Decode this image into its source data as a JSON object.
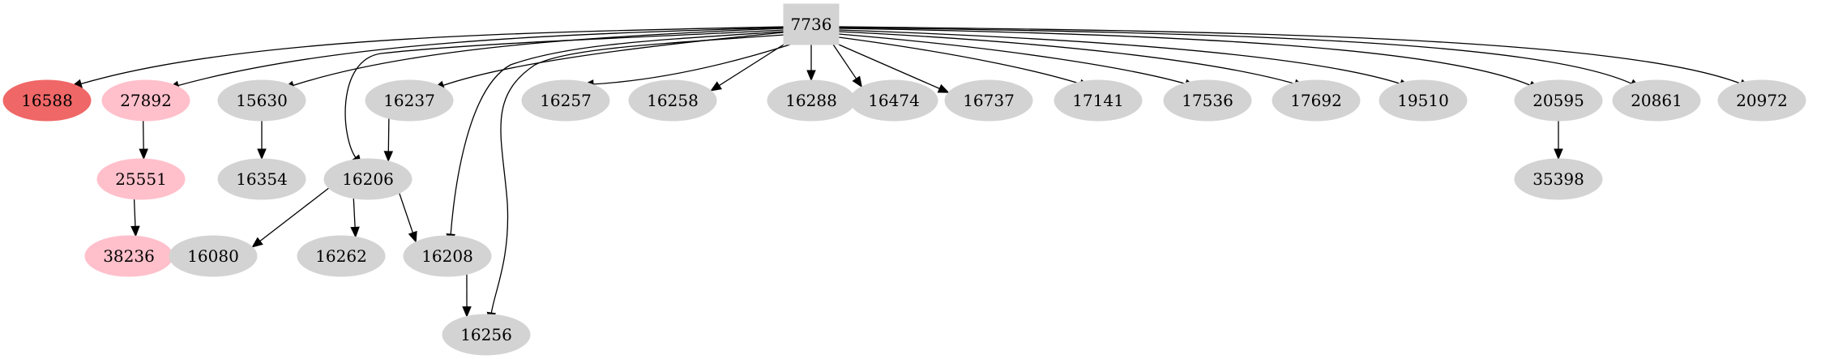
{
  "colors": {
    "default_node": "#d3d3d3",
    "highlight_strong": "#f06767",
    "highlight_light": "#ffc0cb",
    "edge": "#000000"
  },
  "nodes": [
    {
      "id": "7736",
      "label": "7736",
      "shape": "box",
      "fill": "#d3d3d3"
    },
    {
      "id": "16588",
      "label": "16588",
      "shape": "ellipse",
      "fill": "#f06767"
    },
    {
      "id": "27892",
      "label": "27892",
      "shape": "ellipse",
      "fill": "#ffc0cb"
    },
    {
      "id": "15630",
      "label": "15630",
      "shape": "ellipse",
      "fill": "#d3d3d3"
    },
    {
      "id": "16237",
      "label": "16237",
      "shape": "ellipse",
      "fill": "#d3d3d3"
    },
    {
      "id": "16257",
      "label": "16257",
      "shape": "ellipse",
      "fill": "#d3d3d3"
    },
    {
      "id": "16258",
      "label": "16258",
      "shape": "ellipse",
      "fill": "#d3d3d3"
    },
    {
      "id": "16288",
      "label": "16288",
      "shape": "ellipse",
      "fill": "#d3d3d3"
    },
    {
      "id": "16474",
      "label": "16474",
      "shape": "ellipse",
      "fill": "#d3d3d3"
    },
    {
      "id": "16737",
      "label": "16737",
      "shape": "ellipse",
      "fill": "#d3d3d3"
    },
    {
      "id": "17141",
      "label": "17141",
      "shape": "ellipse",
      "fill": "#d3d3d3"
    },
    {
      "id": "17536",
      "label": "17536",
      "shape": "ellipse",
      "fill": "#d3d3d3"
    },
    {
      "id": "17692",
      "label": "17692",
      "shape": "ellipse",
      "fill": "#d3d3d3"
    },
    {
      "id": "19510",
      "label": "19510",
      "shape": "ellipse",
      "fill": "#d3d3d3"
    },
    {
      "id": "20595",
      "label": "20595",
      "shape": "ellipse",
      "fill": "#d3d3d3"
    },
    {
      "id": "20861",
      "label": "20861",
      "shape": "ellipse",
      "fill": "#d3d3d3"
    },
    {
      "id": "20972",
      "label": "20972",
      "shape": "ellipse",
      "fill": "#d3d3d3"
    },
    {
      "id": "25551",
      "label": "25551",
      "shape": "ellipse",
      "fill": "#ffc0cb"
    },
    {
      "id": "16354",
      "label": "16354",
      "shape": "ellipse",
      "fill": "#d3d3d3"
    },
    {
      "id": "16206",
      "label": "16206",
      "shape": "ellipse",
      "fill": "#d3d3d3"
    },
    {
      "id": "35398",
      "label": "35398",
      "shape": "ellipse",
      "fill": "#d3d3d3"
    },
    {
      "id": "38236",
      "label": "38236",
      "shape": "ellipse",
      "fill": "#ffc0cb"
    },
    {
      "id": "16080",
      "label": "16080",
      "shape": "ellipse",
      "fill": "#d3d3d3"
    },
    {
      "id": "16262",
      "label": "16262",
      "shape": "ellipse",
      "fill": "#d3d3d3"
    },
    {
      "id": "16208",
      "label": "16208",
      "shape": "ellipse",
      "fill": "#d3d3d3"
    },
    {
      "id": "16256",
      "label": "16256",
      "shape": "ellipse",
      "fill": "#d3d3d3"
    }
  ],
  "edges": [
    {
      "from": "7736",
      "to": "16588"
    },
    {
      "from": "7736",
      "to": "27892"
    },
    {
      "from": "7736",
      "to": "15630"
    },
    {
      "from": "7736",
      "to": "16206"
    },
    {
      "from": "7736",
      "to": "16237"
    },
    {
      "from": "7736",
      "to": "16208"
    },
    {
      "from": "7736",
      "to": "16256"
    },
    {
      "from": "7736",
      "to": "16257"
    },
    {
      "from": "7736",
      "to": "16258"
    },
    {
      "from": "7736",
      "to": "16288"
    },
    {
      "from": "7736",
      "to": "16474"
    },
    {
      "from": "7736",
      "to": "16737"
    },
    {
      "from": "7736",
      "to": "17141"
    },
    {
      "from": "7736",
      "to": "17536"
    },
    {
      "from": "7736",
      "to": "17692"
    },
    {
      "from": "7736",
      "to": "19510"
    },
    {
      "from": "7736",
      "to": "20595"
    },
    {
      "from": "7736",
      "to": "20861"
    },
    {
      "from": "7736",
      "to": "20972"
    },
    {
      "from": "27892",
      "to": "25551"
    },
    {
      "from": "25551",
      "to": "38236"
    },
    {
      "from": "15630",
      "to": "16354"
    },
    {
      "from": "16237",
      "to": "16206"
    },
    {
      "from": "16206",
      "to": "16080"
    },
    {
      "from": "16206",
      "to": "16262"
    },
    {
      "from": "16206",
      "to": "16208"
    },
    {
      "from": "16208",
      "to": "16256"
    },
    {
      "from": "20595",
      "to": "35398"
    }
  ]
}
